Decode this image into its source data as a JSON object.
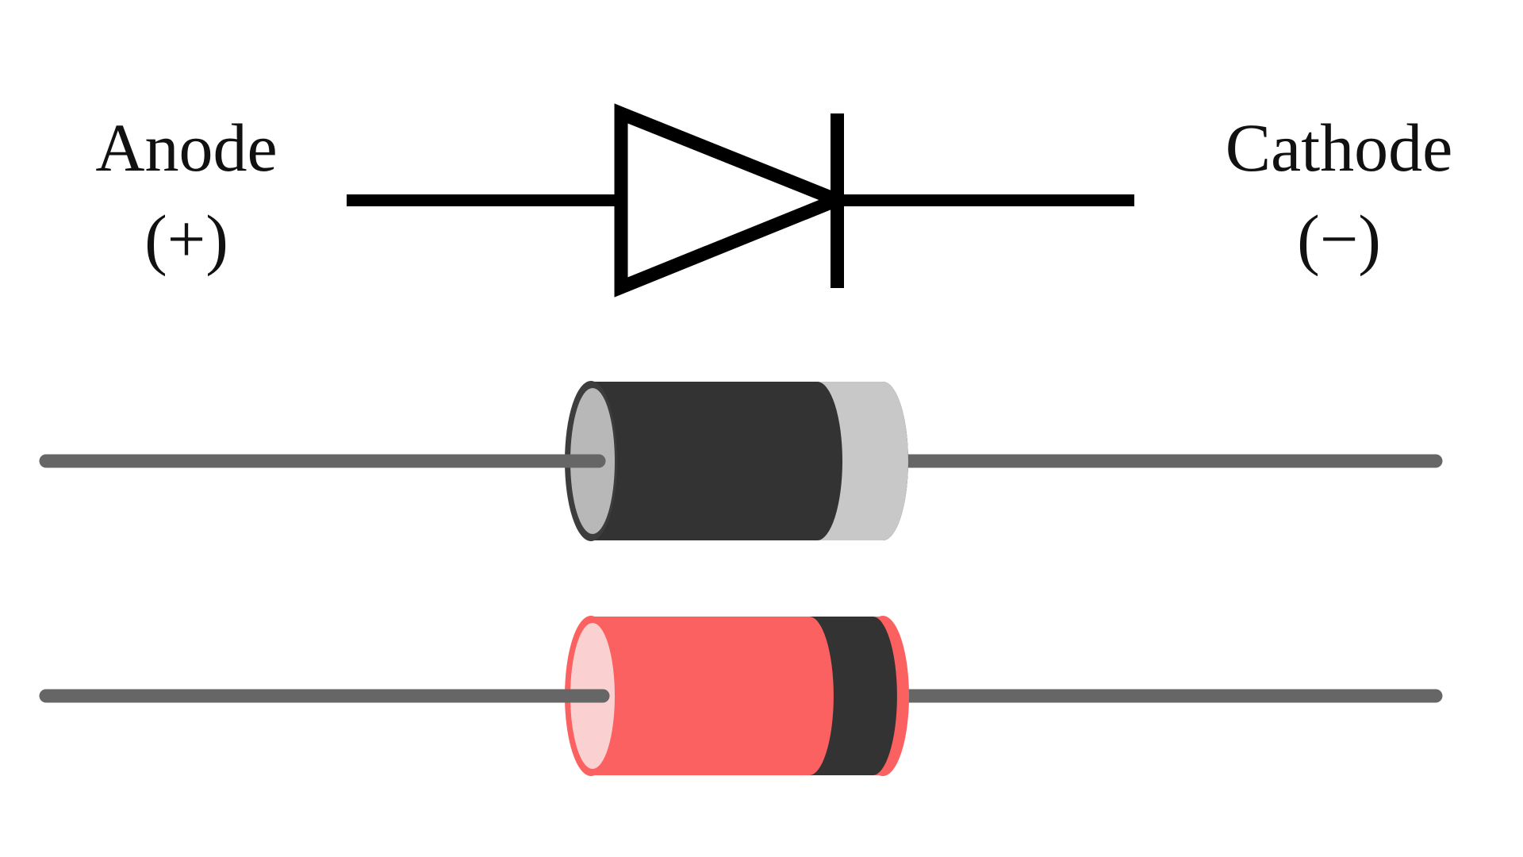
{
  "figure": {
    "title": "Diode polarity reference diagram",
    "background_color": "#ffffff"
  },
  "labels": {
    "anode_name": "Anode",
    "anode_sign": "(+)",
    "cathode_name": "Cathode",
    "cathode_sign": "(−)"
  },
  "symbol_row": {
    "name": "diode-schematic-symbol",
    "stroke_color": "#000000",
    "lead_left_label": "anode lead",
    "lead_right_label": "cathode lead"
  },
  "black_diode": {
    "name": "glass-package-diode-black",
    "body_color": "#333333",
    "band_color": "#c8c8c8",
    "end_cap_color": "#b8b8b8",
    "lead_color": "#666666",
    "band_side": "cathode"
  },
  "red_diode": {
    "name": "glass-package-diode-red",
    "body_color": "#fa6160",
    "band_color": "#333333",
    "end_cap_color": "#fbd0d0",
    "lead_color": "#666666",
    "band_side": "cathode"
  },
  "colors": {
    "black": "#000000",
    "dark_gray": "#333333",
    "mid_gray": "#666666",
    "light_gray": "#c8c8c8",
    "cap_gray": "#b8b8b8",
    "red": "#fa6160",
    "pink": "#fbd0d0",
    "white": "#ffffff"
  }
}
